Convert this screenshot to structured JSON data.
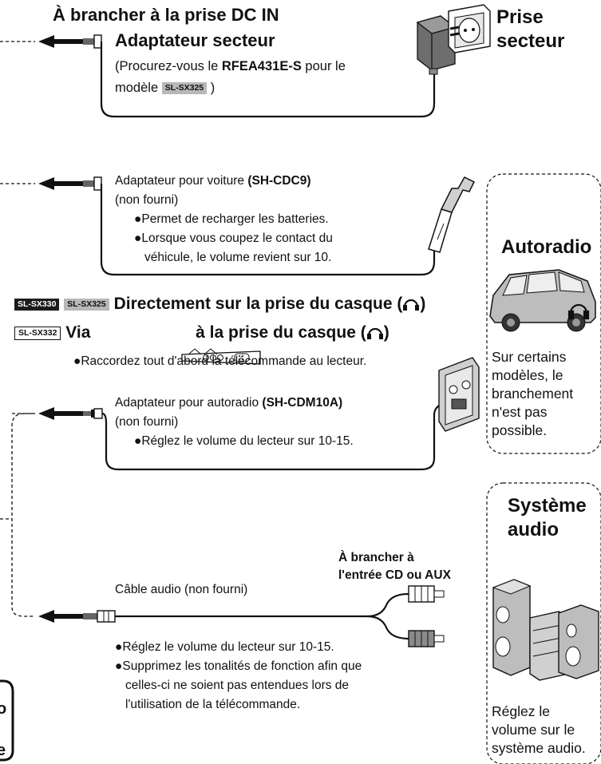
{
  "section_dc": {
    "heading": "À brancher à la prise DC IN",
    "adapter_title": "Adaptateur secteur",
    "note_start": "(Procurez-vous le ",
    "note_model": "RFEA431E-S",
    "note_mid": " pour le",
    "note_line2_start": "modèle ",
    "note_tag": "SL-SX325",
    "note_end": " )",
    "outlet_label_1": "Prise",
    "outlet_label_2": "secteur"
  },
  "section_car": {
    "adapter_text": "Adaptateur pour voiture ",
    "adapter_model": "(SH-CDC9)",
    "not_supplied": "(non fourni)",
    "bullet1": "●Permet de recharger les batteries.",
    "bullet2": "●Lorsque vous coupez le contact du",
    "bullet2_cont": "véhicule, le volume revient sur 10.",
    "side_title": "Autoradio",
    "side_note": "Sur certains modèles, le branchement n'est pas possible."
  },
  "section_headphone": {
    "tag1": "SL-SX330",
    "tag2": "SL-SX325",
    "direct_heading": "Directement sur la prise du casque (",
    "heading_close": ")",
    "tag3": "SL-SX332",
    "via_word": "Via",
    "via_rest": "à la prise du casque (",
    "remote_bullet": "●Raccordez tout d'abord la télécommande au lecteur."
  },
  "section_cassette": {
    "adapter_text": "Adaptateur pour autoradio ",
    "adapter_model": "(SH-CDM10A)",
    "not_supplied": "(non fourni)",
    "bullet": "●Réglez le volume du lecteur sur 10-15."
  },
  "section_audio": {
    "side_title_1": "Système",
    "side_title_2": "audio",
    "connect_1": "À brancher à",
    "connect_2": "l'entrée CD ou AUX",
    "cable": "Câble audio (non fourni)",
    "bullet1": "●Réglez le volume du lecteur sur 10-15.",
    "bullet2": "●Supprimez les tonalités de fonction afin que",
    "bullet2_cont1": "celles-ci ne soient pas entendues lors de",
    "bullet2_cont2": "l'utilisation de la télécommande.",
    "side_note": "Réglez le volume sur le système audio."
  },
  "edge_letters": {
    "a": "o",
    "b": "e"
  }
}
